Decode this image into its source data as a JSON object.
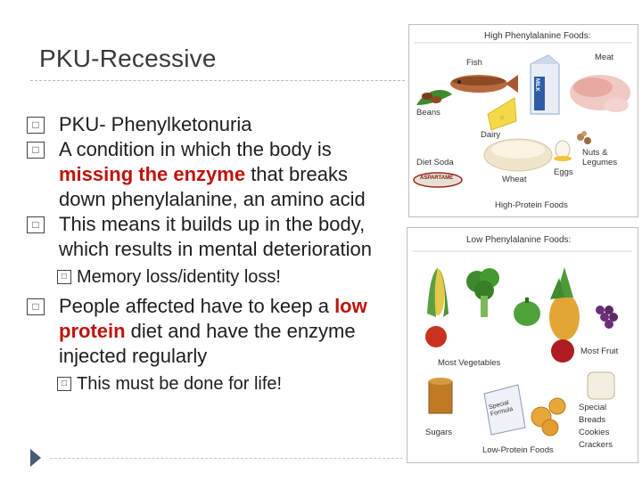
{
  "slide": {
    "title": "PKU-Recessive",
    "bullet_marker": "□"
  },
  "bullets": {
    "b1": "PKU- Phenylketonuria",
    "b2_pre": "A condition in which the body is ",
    "b2_hl": "missing the enzyme",
    "b2_post": " that breaks down phenylalanine, an amino acid",
    "b3": "This means it builds up in the body, which results in mental deterioration",
    "b3_sub": "Memory loss/identity loss!",
    "b4_pre": "People affected have to keep a ",
    "b4_hl": "low protein",
    "b4_post": " diet and have the enzyme injected regularly",
    "b4_sub": "This must be done for life!"
  },
  "figure": {
    "high": {
      "title": "High Phenylalanine Foods:",
      "footer": "High-Protein Foods",
      "labels": {
        "fish": "Fish",
        "meat": "Meat",
        "beans": "Beans",
        "dairy": "Dairy",
        "nuts": "Nuts &\nLegumes",
        "diet_soda": "Diet Soda",
        "aspartame": "ASPARTAME",
        "wheat": "Wheat",
        "eggs": "Eggs",
        "milk": "MILK"
      }
    },
    "low": {
      "title": "Low Phenylalanine Foods:",
      "footer": "Low-Protein Foods",
      "labels": {
        "vegetables": "Most Vegetables",
        "fruit": "Most Fruit",
        "sugars": "Sugars",
        "special_formula": "Special\nFormula",
        "special": "Special\nBreads\nCookies\nCrackers"
      }
    }
  },
  "colors": {
    "highlight": "#c0120c",
    "nav_arrow": "#4a5a7a"
  }
}
